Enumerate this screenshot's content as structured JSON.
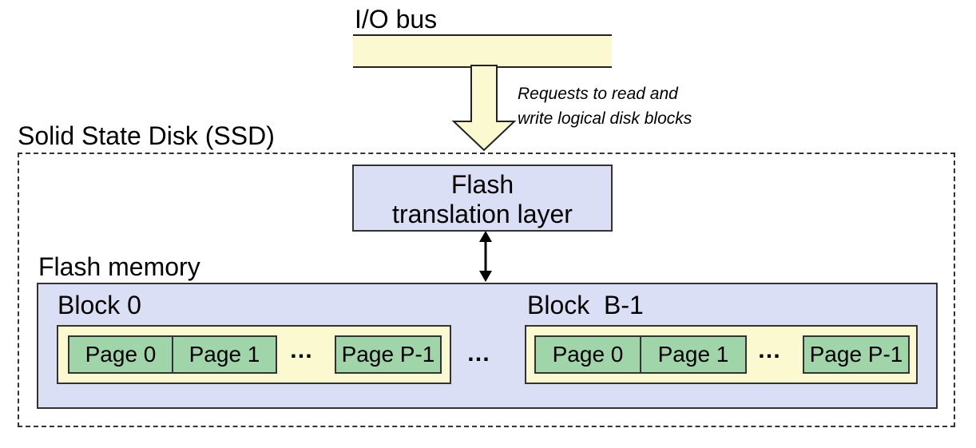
{
  "io_bus": {
    "label": "I/O bus"
  },
  "request_note": {
    "line1": "Requests to read and",
    "line2": "write logical disk blocks"
  },
  "ssd": {
    "label": "Solid State Disk (SSD)"
  },
  "ftl": {
    "line1": "Flash",
    "line2": "translation layer"
  },
  "flash_memory": {
    "label": "Flash memory",
    "blocks": [
      {
        "label": "Block 0",
        "pages": [
          "Page 0",
          "Page 1",
          "Page P-1"
        ],
        "ellipsis": "…"
      },
      {
        "label": "Block  B-1",
        "pages": [
          "Page 0",
          "Page 1",
          "Page P-1"
        ],
        "ellipsis": "…"
      }
    ],
    "between_blocks": "…"
  },
  "colors": {
    "bus_fill": "#fbf9cf",
    "ftl_fill": "#dadff5",
    "flash_fill": "#dadff5",
    "block_fill": "#fbf9cf",
    "page_fill": "#9fd5a9"
  }
}
